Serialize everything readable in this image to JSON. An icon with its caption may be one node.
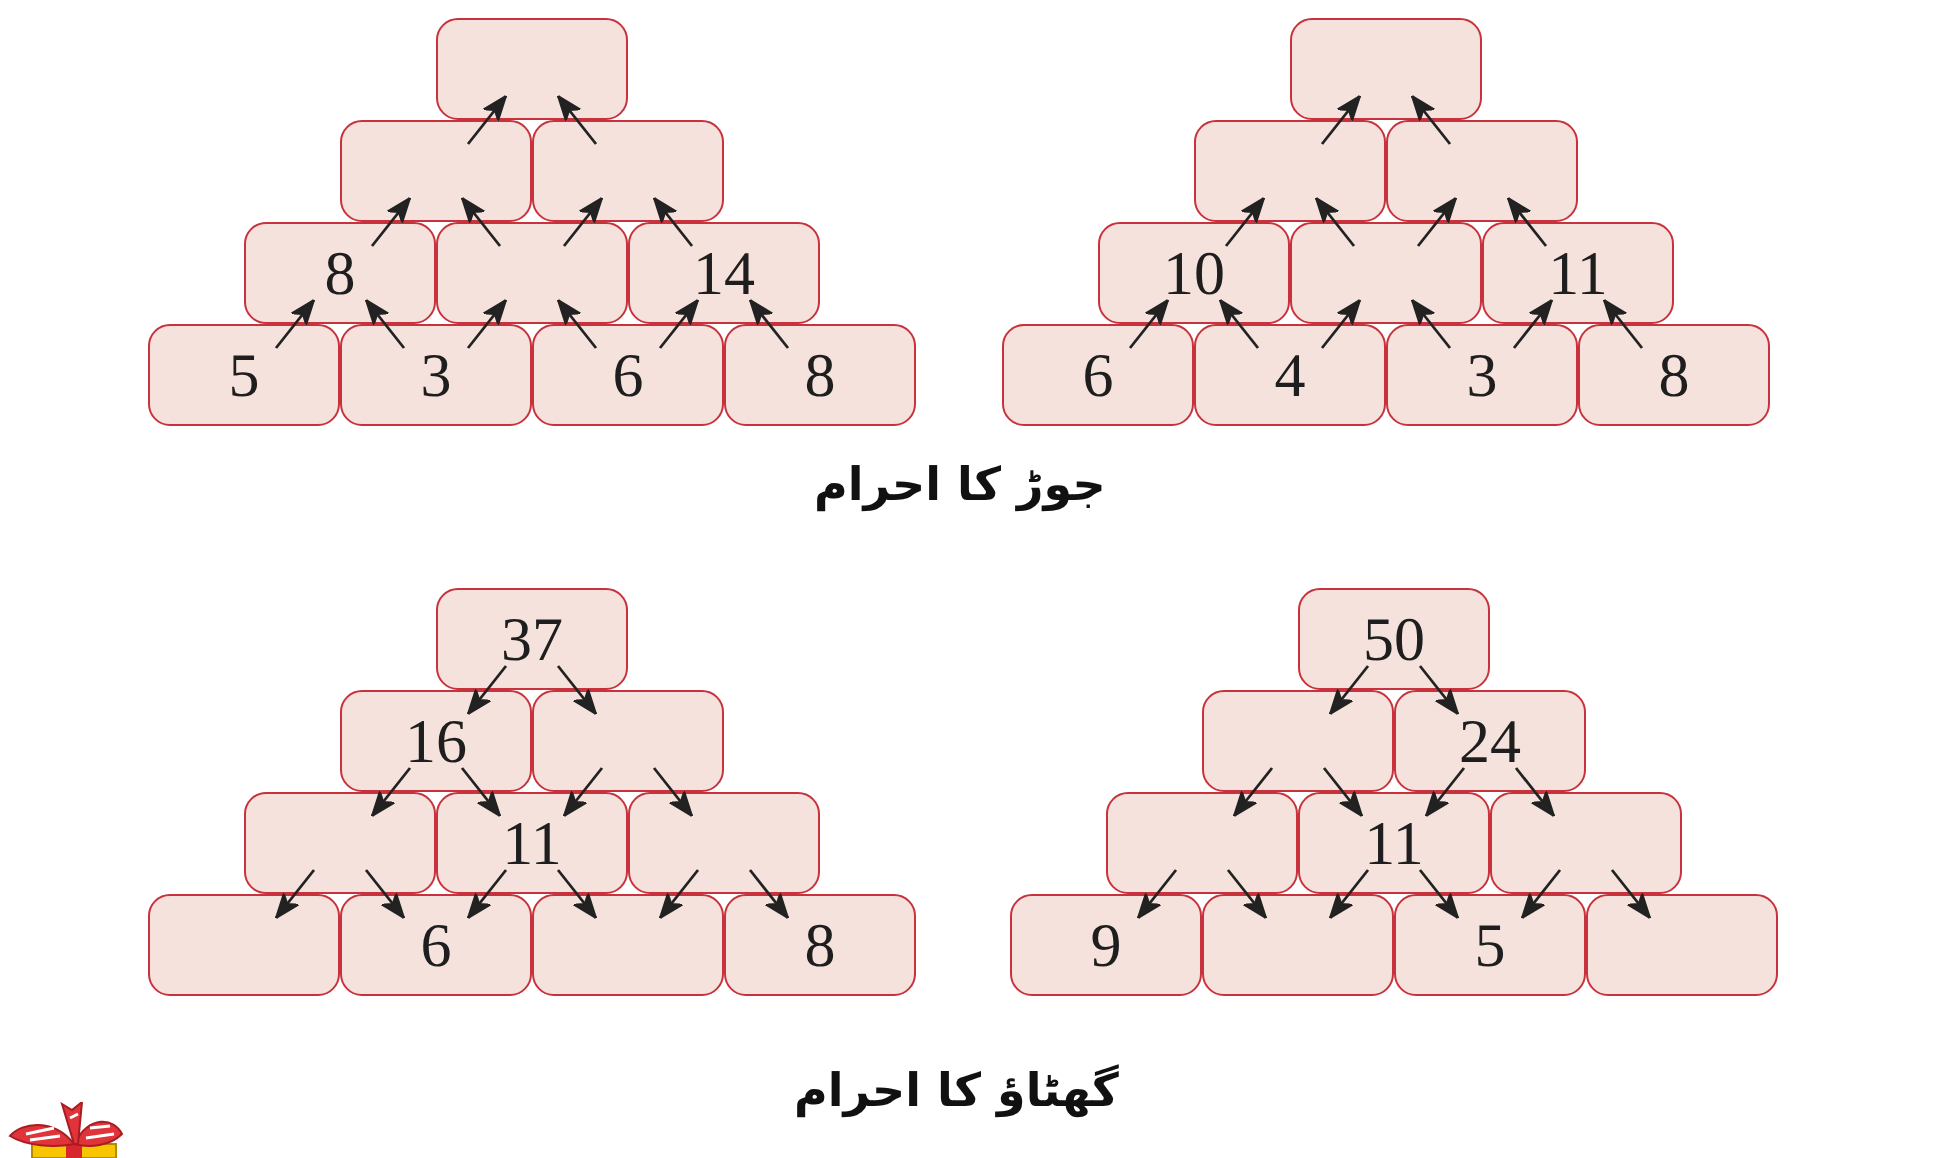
{
  "diagram": {
    "nodes": [
      {
        "text": [],
        "shape": "box"
      },
      {
        "text": [],
        "shape": "box"
      },
      {
        "text": [],
        "shape": "box"
      },
      {
        "text": [
          "8"
        ]
      },
      {
        "text": [],
        "shape": "box"
      },
      {
        "text": [
          "14"
        ]
      },
      {
        "text": [
          "5"
        ]
      },
      {
        "text": [
          "3"
        ]
      },
      {
        "text": [
          "6"
        ]
      },
      {
        "text": [
          "8"
        ]
      },
      {
        "text": [],
        "shape": "box"
      },
      {
        "text": [],
        "shape": "box"
      },
      {
        "text": [],
        "shape": "box"
      },
      {
        "text": [
          "10"
        ]
      },
      {
        "text": [],
        "shape": "box"
      },
      {
        "text": [
          "11"
        ]
      },
      {
        "text": [
          "6"
        ]
      },
      {
        "text": [
          "4"
        ]
      },
      {
        "text": [
          "3"
        ]
      },
      {
        "text": [
          "8"
        ]
      },
      {
        "text": [
          "37"
        ]
      },
      {
        "text": [
          "16"
        ]
      },
      {
        "text": [],
        "shape": "box"
      },
      {
        "text": [],
        "shape": "box"
      },
      {
        "text": [
          "11"
        ]
      },
      {
        "text": [],
        "shape": "box"
      },
      {
        "text": [],
        "shape": "box"
      },
      {
        "text": [
          "6"
        ]
      },
      {
        "text": [],
        "shape": "box"
      },
      {
        "text": [
          "8"
        ]
      },
      {
        "text": [
          "50"
        ]
      },
      {
        "text": [],
        "shape": "box"
      },
      {
        "text": [
          "24"
        ]
      },
      {
        "text": [],
        "shape": "box"
      },
      {
        "text": [
          "11"
        ]
      },
      {
        "text": [],
        "shape": "box"
      },
      {
        "text": [
          "9"
        ]
      },
      {
        "text": [],
        "shape": "box"
      },
      {
        "text": [
          "5"
        ]
      },
      {
        "text": [],
        "shape": "box"
      }
    ],
    "edges": [
      {
        "from": 1,
        "to": 0,
        "arrow": "to"
      },
      {
        "from": 2,
        "to": 0,
        "arrow": "to"
      },
      {
        "from": 3,
        "to": 1,
        "arrow": "to"
      },
      {
        "from": 4,
        "to": 1,
        "arrow": "to"
      },
      {
        "from": 4,
        "to": 2,
        "arrow": "to"
      },
      {
        "from": 5,
        "to": 2,
        "arrow": "to"
      },
      {
        "from": 6,
        "to": 3,
        "arrow": "to"
      },
      {
        "from": 7,
        "to": 3,
        "arrow": "to"
      },
      {
        "from": 7,
        "to": 4,
        "arrow": "to"
      },
      {
        "from": 8,
        "to": 4,
        "arrow": "to"
      },
      {
        "from": 8,
        "to": 5,
        "arrow": "to"
      },
      {
        "from": 9,
        "to": 5,
        "arrow": "to"
      },
      {
        "from": 11,
        "to": 10,
        "arrow": "to"
      },
      {
        "from": 12,
        "to": 10,
        "arrow": "to"
      },
      {
        "from": 13,
        "to": 11,
        "arrow": "to"
      },
      {
        "from": 14,
        "to": 11,
        "arrow": "to"
      },
      {
        "from": 14,
        "to": 12,
        "arrow": "to"
      },
      {
        "from": 15,
        "to": 12,
        "arrow": "to"
      },
      {
        "from": 16,
        "to": 13,
        "arrow": "to"
      },
      {
        "from": 17,
        "to": 13,
        "arrow": "to"
      },
      {
        "from": 17,
        "to": 14,
        "arrow": "to"
      },
      {
        "from": 18,
        "to": 14,
        "arrow": "to"
      },
      {
        "from": 18,
        "to": 15,
        "arrow": "to"
      },
      {
        "from": 19,
        "to": 15,
        "arrow": "to"
      },
      {
        "from": 20,
        "to": 21,
        "arrow": "to"
      },
      {
        "from": 20,
        "to": 22,
        "arrow": "to"
      },
      {
        "from": 21,
        "to": 23,
        "arrow": "to"
      },
      {
        "from": 21,
        "to": 24,
        "arrow": "to"
      },
      {
        "from": 22,
        "to": 24,
        "arrow": "to"
      },
      {
        "from": 22,
        "to": 25,
        "arrow": "to"
      },
      {
        "from": 23,
        "to": 26,
        "arrow": "to"
      },
      {
        "from": 23,
        "to": 27,
        "arrow": "to"
      },
      {
        "from": 24,
        "to": 27,
        "arrow": "to"
      },
      {
        "from": 24,
        "to": 28,
        "arrow": "to"
      },
      {
        "from": 25,
        "to": 28,
        "arrow": "to"
      },
      {
        "from": 25,
        "to": 29,
        "arrow": "to"
      },
      {
        "from": 30,
        "to": 31,
        "arrow": "to"
      },
      {
        "from": 30,
        "to": 32,
        "arrow": "to"
      },
      {
        "from": 31,
        "to": 33,
        "arrow": "to"
      },
      {
        "from": 31,
        "to": 34,
        "arrow": "to"
      },
      {
        "from": 32,
        "to": 34,
        "arrow": "to"
      },
      {
        "from": 32,
        "to": 35,
        "arrow": "to"
      },
      {
        "from": 33,
        "to": 36,
        "arrow": "to"
      },
      {
        "from": 33,
        "to": 37,
        "arrow": "to"
      },
      {
        "from": 34,
        "to": 37,
        "arrow": "to"
      },
      {
        "from": 34,
        "to": 38,
        "arrow": "to"
      },
      {
        "from": 35,
        "to": 38,
        "arrow": "to"
      },
      {
        "from": 35,
        "to": 39,
        "arrow": "to"
      }
    ],
    "labels": [
      "جوڑ کا احرام",
      "گھٹاؤ کا احرام"
    ]
  }
}
